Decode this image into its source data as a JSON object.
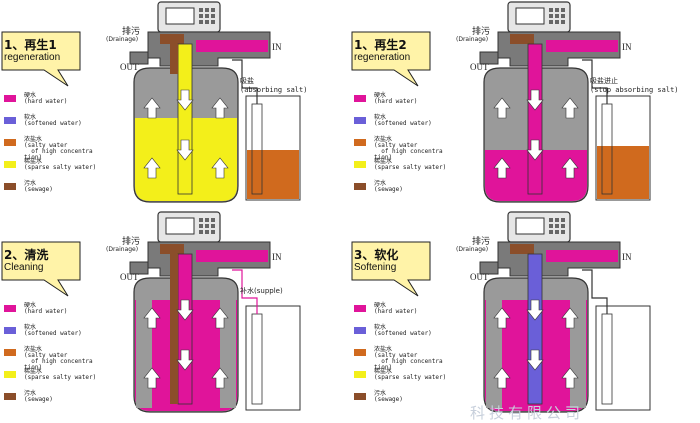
{
  "colors": {
    "hard": "#e0149a",
    "soft": "#6a5fd8",
    "salty": "#d06a1e",
    "sparse": "#f3ef1a",
    "sewage": "#8b4e2a",
    "bubble": "#fff3a8",
    "gray": "#9a9a9a"
  },
  "legend_items": [
    {
      "cn": "硬水",
      "en": "(hard water)",
      "color": "hard"
    },
    {
      "cn": "软水",
      "en": "(softened water)",
      "color": "soft"
    },
    {
      "cn": "浓盐水",
      "en": "(salty water\n  of high concentra\ntion)",
      "color": "salty"
    },
    {
      "cn": "稀盐水",
      "en": "(sparse salty water)",
      "color": "sparse"
    },
    {
      "cn": "污水",
      "en": "(sewage)",
      "color": "sewage"
    }
  ],
  "panels": [
    {
      "title_cn": "1、再生1",
      "title_en": "regeneration",
      "drain_cn": "排污",
      "drain_en": "(Drainage)",
      "in": "IN",
      "out": "OUT",
      "side_cn": "吸盐",
      "side_en": "(absorbing salt)",
      "fill": "sparse",
      "column": "sparse"
    },
    {
      "title_cn": "1、再生2",
      "title_en": "regeneration",
      "drain_cn": "排污",
      "drain_en": "(Drainage)",
      "in": "IN",
      "out": "OUT",
      "side_cn": "吸盐迸止",
      "side_en": "(stop absorbing salt)",
      "fill": "hard",
      "column": "hard"
    },
    {
      "title_cn": "2、清洗",
      "title_en": "Cleaning",
      "drain_cn": "排污",
      "drain_en": "(Drainage)",
      "in": "IN",
      "out": "OUT",
      "side_cn": "补水(supple)",
      "side_en": "",
      "fill": "hard",
      "column": "hard"
    },
    {
      "title_cn": "3、软化",
      "title_en": "Softening",
      "drain_cn": "排污",
      "drain_en": "(Drainage)",
      "in": "IN",
      "out": "OUT",
      "side_cn": "",
      "side_en": "",
      "fill": "hard",
      "column": "soft"
    }
  ],
  "watermark": "科技有限公司"
}
